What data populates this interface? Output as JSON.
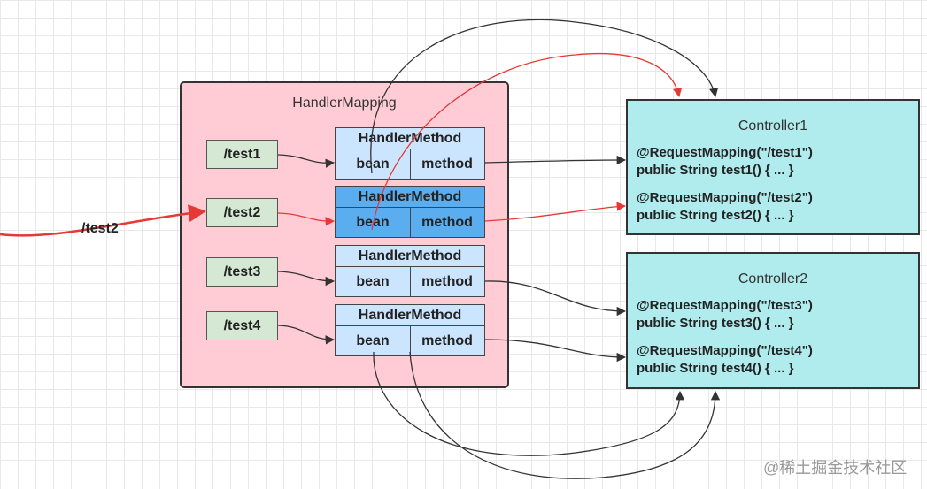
{
  "mapping": {
    "title": "HandlerMapping"
  },
  "incoming_request": "/test2",
  "urls": [
    "/test1",
    "/test2",
    "/test3",
    "/test4"
  ],
  "handler_methods": [
    {
      "header": "HandlerMethod",
      "bean": "bean",
      "method": "method",
      "active": false
    },
    {
      "header": "HandlerMethod",
      "bean": "bean",
      "method": "method",
      "active": true
    },
    {
      "header": "HandlerMethod",
      "bean": "bean",
      "method": "method",
      "active": false
    },
    {
      "header": "HandlerMethod",
      "bean": "bean",
      "method": "method",
      "active": false
    }
  ],
  "controllers": [
    {
      "title": "Controller1",
      "methods": [
        {
          "annotation": "@RequestMapping(\"/test1\")",
          "signature": "public String test1() { ... }"
        },
        {
          "annotation": "@RequestMapping(\"/test2\")",
          "signature": "public String test2() { ... }"
        }
      ]
    },
    {
      "title": "Controller2",
      "methods": [
        {
          "annotation": "@RequestMapping(\"/test3\")",
          "signature": "public String test3() { ... }"
        },
        {
          "annotation": "@RequestMapping(\"/test4\")",
          "signature": "public String test4() { ... }"
        }
      ]
    }
  ],
  "colors": {
    "highlight": "#e53935",
    "line": "#333333",
    "mapping_bg": "#ffccd5",
    "controller_bg": "#b0ebee",
    "url_bg": "#d5e8d4",
    "handler_bg": "#cce5ff",
    "handler_active_bg": "#5aaef0"
  },
  "watermark": "@稀土掘金技术社区"
}
